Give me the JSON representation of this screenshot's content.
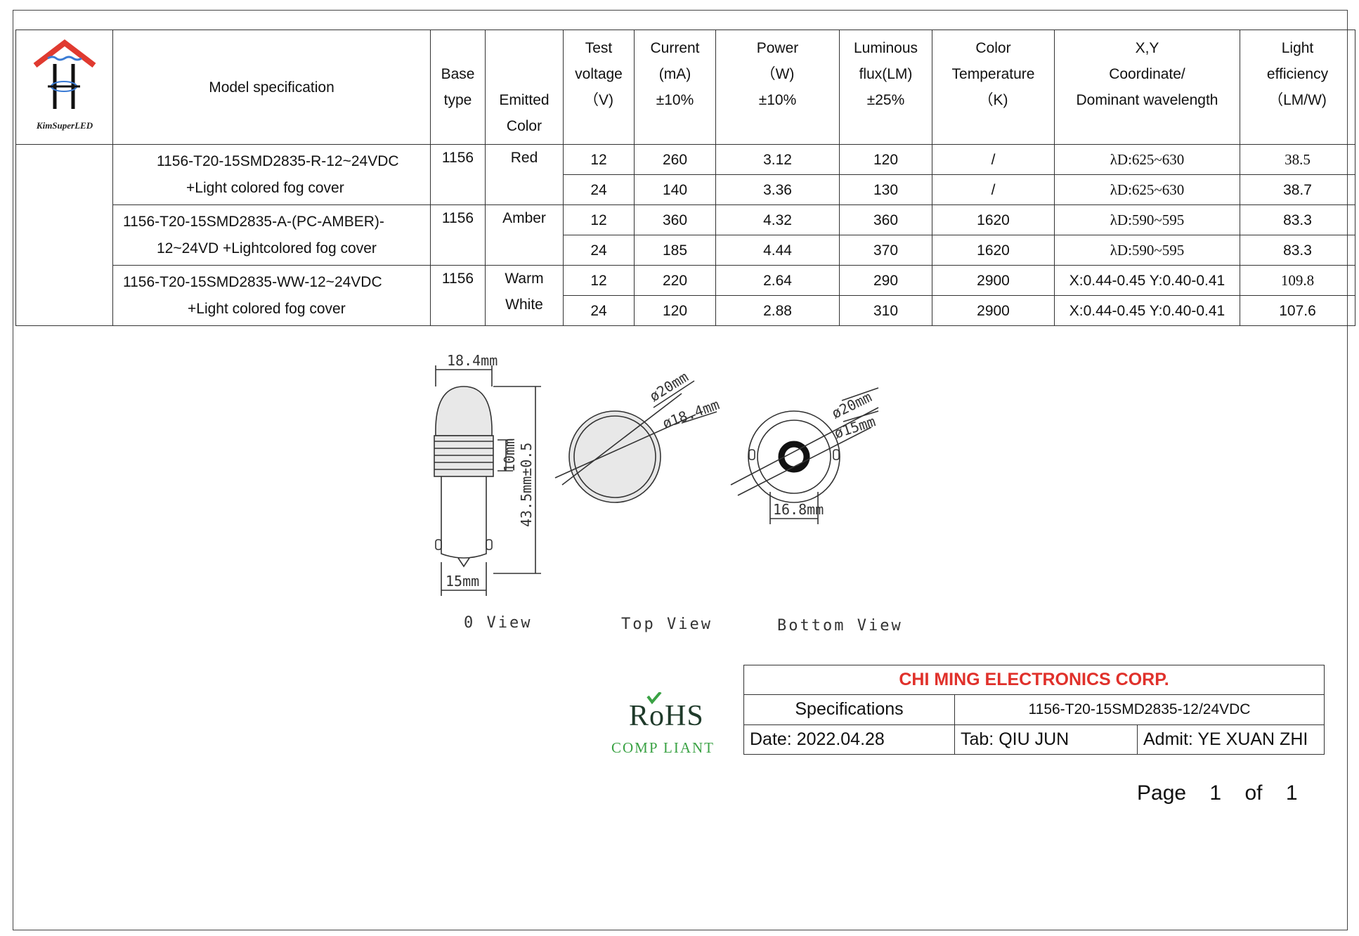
{
  "logo": {
    "brand": "KimSuperLED"
  },
  "table": {
    "headers": {
      "model": "Model specification",
      "base_type": [
        "Base",
        "type"
      ],
      "emitted_color": [
        "Emitted",
        "Color"
      ],
      "test_voltage": [
        "Test",
        "voltage",
        "（V)"
      ],
      "current": [
        "Current",
        "(mA)",
        "±10%"
      ],
      "power": [
        "Power",
        "（W)",
        "±10%"
      ],
      "luminous_flux": [
        "Luminous",
        "flux(LM)",
        "±25%"
      ],
      "color_temp": [
        "Color",
        "Temperature",
        "（K)"
      ],
      "coordinate": [
        "X,Y",
        "Coordinate/",
        "Dominant wavelength"
      ],
      "efficiency": [
        "Light",
        "efficiency",
        "（LM/W)"
      ]
    },
    "groups": [
      {
        "model": [
          "1156-T20-15SMD2835-R-12~24VDC",
          "+Light colored fog cover"
        ],
        "base": "1156",
        "color": [
          "Red"
        ],
        "rows": [
          {
            "voltage": "12",
            "current": "260",
            "power": "3.12",
            "flux": "120",
            "temp": "/",
            "coord": "λD:625~630",
            "eff": "38.5"
          },
          {
            "voltage": "24",
            "current": "140",
            "power": "3.36",
            "flux": "130",
            "temp": "/",
            "coord": "λD:625~630",
            "eff": "38.7"
          }
        ]
      },
      {
        "model": [
          "1156-T20-15SMD2835-A-(PC-AMBER)-",
          "12~24VD +Lightcolored fog cover"
        ],
        "base": "1156",
        "color": [
          "Amber"
        ],
        "rows": [
          {
            "voltage": "12",
            "current": "360",
            "power": "4.32",
            "flux": "360",
            "temp": "1620",
            "coord": "λD:590~595",
            "eff": "83.3"
          },
          {
            "voltage": "24",
            "current": "185",
            "power": "4.44",
            "flux": "370",
            "temp": "1620",
            "coord": "λD:590~595",
            "eff": "83.3"
          }
        ]
      },
      {
        "model": [
          "1156-T20-15SMD2835-WW-12~24VDC",
          "+Light colored fog cover"
        ],
        "base": "1156",
        "color": [
          "Warm",
          "White"
        ],
        "rows": [
          {
            "voltage": "12",
            "current": "220",
            "power": "2.64",
            "flux": "290",
            "temp": "2900",
            "coord": "X:0.44-0.45 Y:0.40-0.41",
            "eff": "109.8"
          },
          {
            "voltage": "24",
            "current": "120",
            "power": "2.88",
            "flux": "310",
            "temp": "2900",
            "coord": "X:0.44-0.45 Y:0.40-0.41",
            "eff": "107.6"
          }
        ]
      }
    ]
  },
  "drawing": {
    "side": {
      "width_top": "18.4mm",
      "height": "43.5mm±0.5",
      "fins": "10mm",
      "base_width": "15mm",
      "label": "0 View"
    },
    "top": {
      "outer": "ø20mm",
      "inner": "ø18.4mm",
      "label": "Top View"
    },
    "bottom": {
      "outer": "ø20mm",
      "inner": "ø15mm",
      "width": "16.8mm",
      "label": "Bottom View"
    }
  },
  "rohs": {
    "title": "RoHS",
    "subtitle": "COMP LIANT",
    "check_color": "#3aa244"
  },
  "title_block": {
    "company": "CHI MING ELECTRONICS CORP.",
    "company_color": "#e0312b",
    "spec_label": "Specifications",
    "spec_value": "1156-T20-15SMD2835-12/24VDC",
    "date": "Date:  2022.04.28",
    "tab": "Tab:  QIU JUN",
    "admit": "Admit:  YE XUAN ZHI"
  },
  "page": {
    "label": "Page",
    "current": "1",
    "of": "of",
    "total": "1"
  }
}
